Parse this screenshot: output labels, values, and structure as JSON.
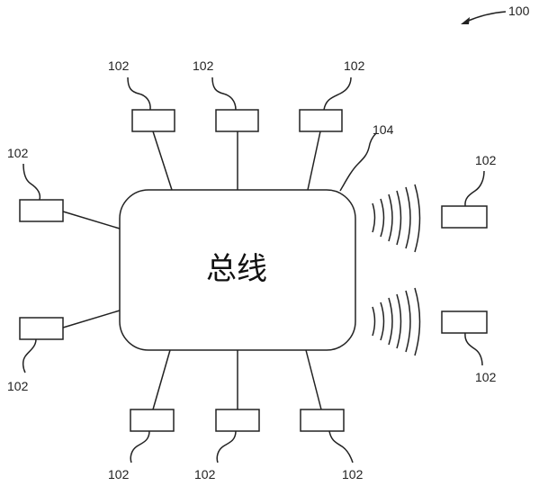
{
  "figure": {
    "ref_label": "100",
    "bus": {
      "ref_label": "104",
      "text": "总线"
    },
    "devices": [
      {
        "id": "top-1",
        "ref_label": "102"
      },
      {
        "id": "top-2",
        "ref_label": "102"
      },
      {
        "id": "top-3",
        "ref_label": "102"
      },
      {
        "id": "left-1",
        "ref_label": "102"
      },
      {
        "id": "left-2",
        "ref_label": "102"
      },
      {
        "id": "bottom-1",
        "ref_label": "102"
      },
      {
        "id": "bottom-2",
        "ref_label": "102"
      },
      {
        "id": "bottom-3",
        "ref_label": "102"
      },
      {
        "id": "wireless-1",
        "ref_label": "102"
      },
      {
        "id": "wireless-2",
        "ref_label": "102"
      }
    ]
  }
}
